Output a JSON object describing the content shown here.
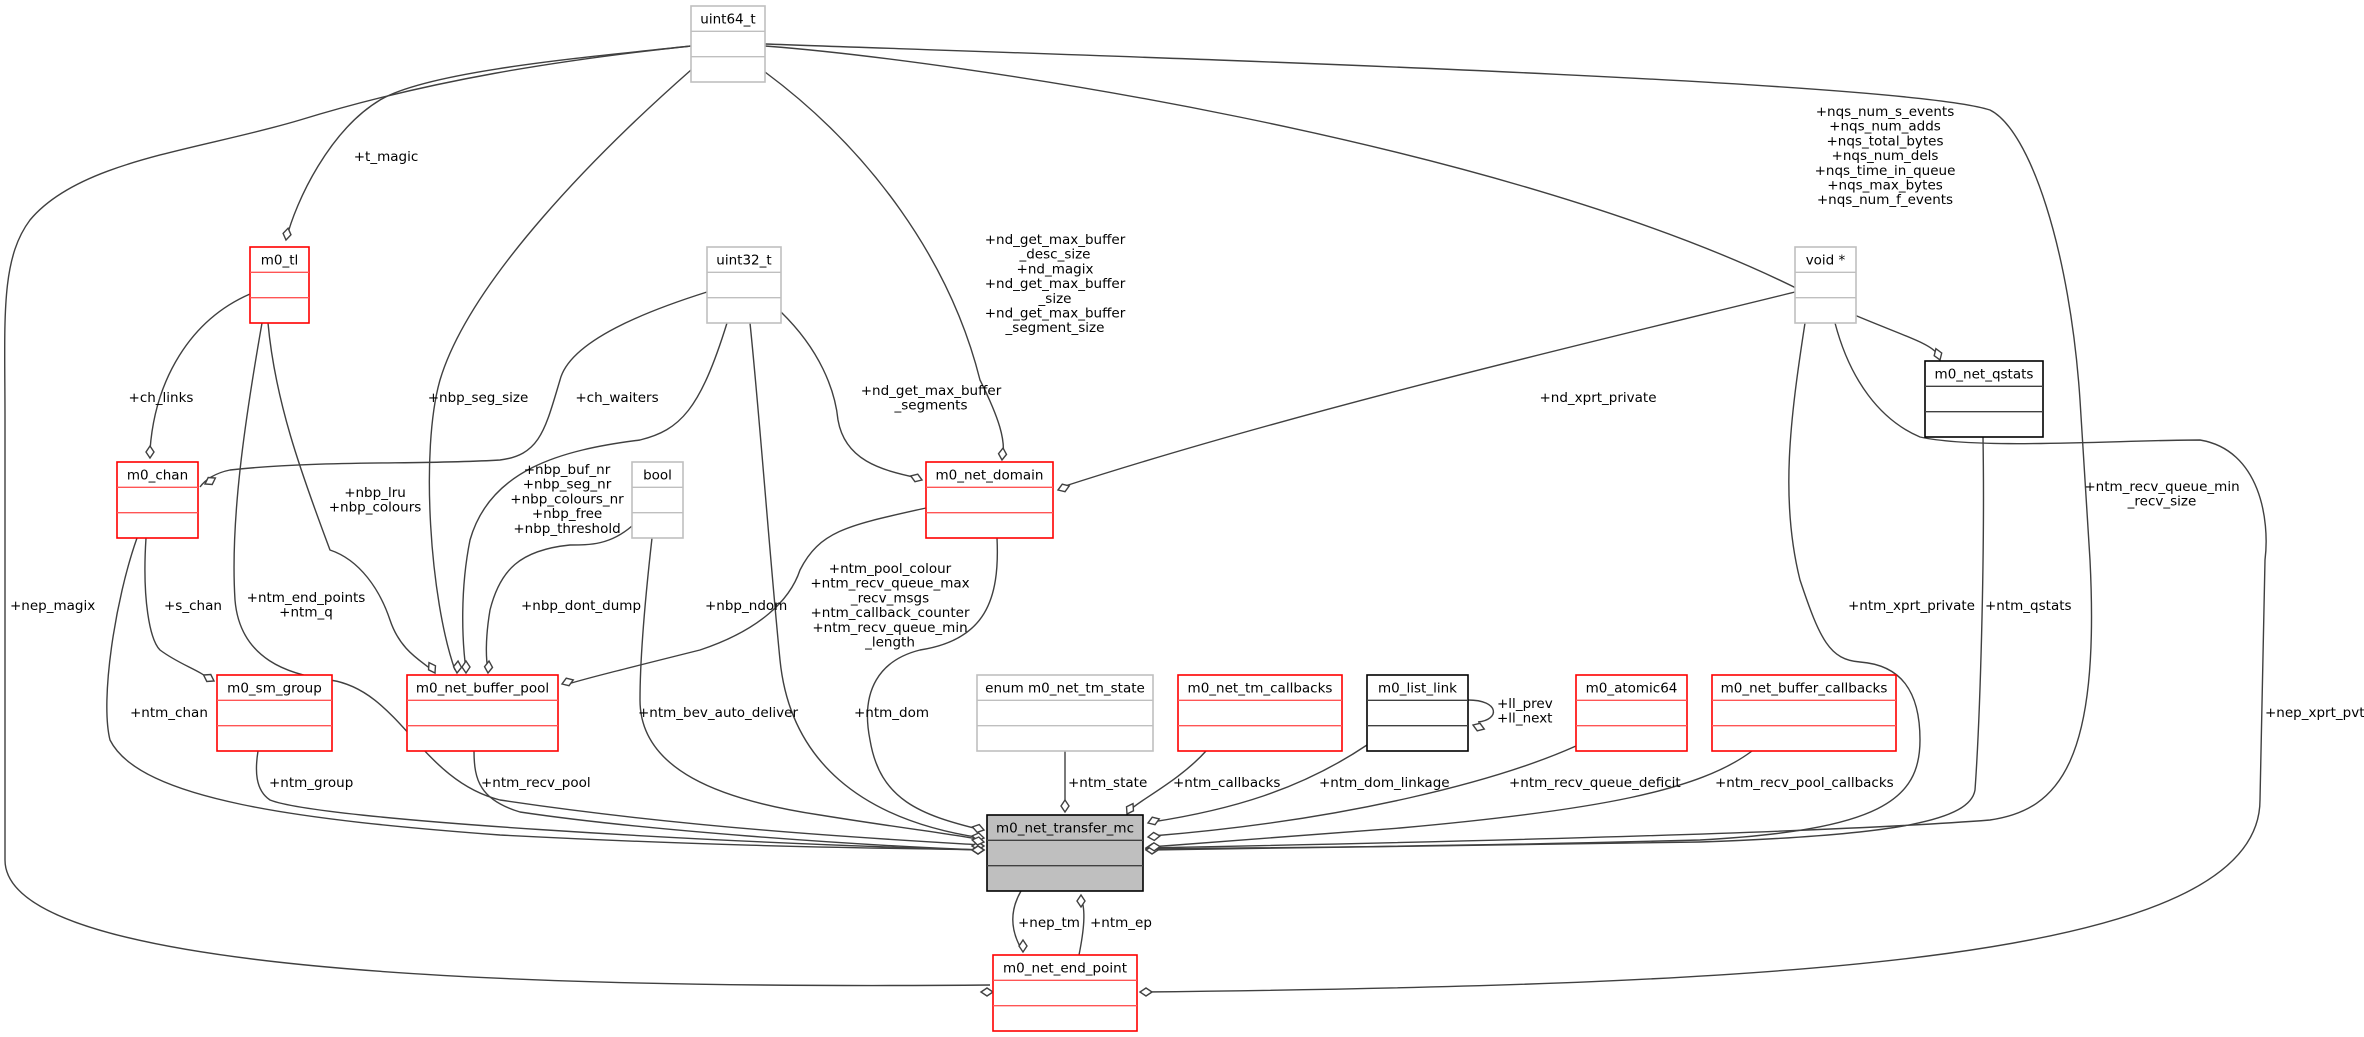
{
  "diagram": {
    "title": "Collaboration diagram for m0_net_transfer_mc",
    "style": {
      "red_border": "#ff0000",
      "red_divider": "#ff5555",
      "grey_border": "#bfbfbf",
      "black_border": "#000000",
      "focus_fill": "#bfbfbf",
      "edge_color": "#404040"
    },
    "nodes": [
      {
        "id": "uint64_t",
        "label": "uint64_t",
        "kind": "grey"
      },
      {
        "id": "m0_tl",
        "label": "m0_tl",
        "kind": "red"
      },
      {
        "id": "uint32_t",
        "label": "uint32_t",
        "kind": "grey"
      },
      {
        "id": "void_ptr",
        "label": "void *",
        "kind": "grey"
      },
      {
        "id": "m0_net_qstats",
        "label": "m0_net_qstats",
        "kind": "black"
      },
      {
        "id": "m0_chan",
        "label": "m0_chan",
        "kind": "red"
      },
      {
        "id": "bool",
        "label": "bool",
        "kind": "grey"
      },
      {
        "id": "m0_net_domain",
        "label": "m0_net_domain",
        "kind": "red"
      },
      {
        "id": "m0_sm_group",
        "label": "m0_sm_group",
        "kind": "red"
      },
      {
        "id": "m0_net_buffer_pool",
        "label": "m0_net_buffer_pool",
        "kind": "red"
      },
      {
        "id": "enum_m0_net_tm_state",
        "label": "enum m0_net_tm_state",
        "kind": "grey"
      },
      {
        "id": "m0_net_tm_callbacks",
        "label": "m0_net_tm_callbacks",
        "kind": "red"
      },
      {
        "id": "m0_list_link",
        "label": "m0_list_link",
        "kind": "black"
      },
      {
        "id": "m0_atomic64",
        "label": "m0_atomic64",
        "kind": "red"
      },
      {
        "id": "m0_net_buffer_callbacks",
        "label": "m0_net_buffer_callbacks",
        "kind": "red"
      },
      {
        "id": "m0_net_transfer_mc",
        "label": "m0_net_transfer_mc",
        "kind": "focus"
      },
      {
        "id": "m0_net_end_point",
        "label": "m0_net_end_point",
        "kind": "red"
      }
    ],
    "edge_labels": [
      {
        "id": "t_magic",
        "lines": [
          "+t_magic"
        ]
      },
      {
        "id": "ch_links",
        "lines": [
          "+ch_links"
        ]
      },
      {
        "id": "nbp_seg_size",
        "lines": [
          "+nbp_seg_size"
        ]
      },
      {
        "id": "ch_waiters",
        "lines": [
          "+ch_waiters"
        ]
      },
      {
        "id": "nd_get_max",
        "lines": [
          "+nd_get_max_buffer",
          "_desc_size",
          "+nd_magix",
          "+nd_get_max_buffer",
          "_size",
          "+nd_get_max_buffer",
          "_segment_size"
        ]
      },
      {
        "id": "nd_segments",
        "lines": [
          "+nd_get_max_buffer",
          "_segments"
        ]
      },
      {
        "id": "nd_xprt_private",
        "lines": [
          "+nd_xprt_private"
        ]
      },
      {
        "id": "nqs",
        "lines": [
          "+nqs_num_s_events",
          "+nqs_num_adds",
          "+nqs_total_bytes",
          "+nqs_num_dels",
          "+nqs_time_in_queue",
          "+nqs_max_bytes",
          "+nqs_num_f_events"
        ]
      },
      {
        "id": "nbp_lru",
        "lines": [
          "+nbp_lru",
          "+nbp_colours"
        ]
      },
      {
        "id": "nbp_buf",
        "lines": [
          "+nbp_buf_nr",
          "+nbp_seg_nr",
          "+nbp_colours_nr",
          "+nbp_free",
          "+nbp_threshold"
        ]
      },
      {
        "id": "nep_magix",
        "lines": [
          "+nep_magix"
        ]
      },
      {
        "id": "s_chan",
        "lines": [
          "+s_chan"
        ]
      },
      {
        "id": "ntm_end_points",
        "lines": [
          "+ntm_end_points",
          "+ntm_q"
        ]
      },
      {
        "id": "nbp_dont_dump",
        "lines": [
          "+nbp_dont_dump"
        ]
      },
      {
        "id": "nbp_ndom",
        "lines": [
          "+nbp_ndom"
        ]
      },
      {
        "id": "ntm_pool_colour",
        "lines": [
          "+ntm_pool_colour",
          "+ntm_recv_queue_max",
          "_recv_msgs",
          "+ntm_callback_counter",
          "+ntm_recv_queue_min",
          "_length"
        ]
      },
      {
        "id": "ntm_recv_queue_min_recv_size",
        "lines": [
          "+ntm_recv_queue_min",
          "_recv_size"
        ]
      },
      {
        "id": "ntm_xprt_private",
        "lines": [
          "+ntm_xprt_private"
        ]
      },
      {
        "id": "ntm_qstats",
        "lines": [
          "+ntm_qstats"
        ]
      },
      {
        "id": "ntm_chan",
        "lines": [
          "+ntm_chan"
        ]
      },
      {
        "id": "ntm_bev_auto_deliver",
        "lines": [
          "+ntm_bev_auto_deliver"
        ]
      },
      {
        "id": "ntm_dom",
        "lines": [
          "+ntm_dom"
        ]
      },
      {
        "id": "ll_prev_next",
        "lines": [
          "+ll_prev",
          "+ll_next"
        ]
      },
      {
        "id": "nep_xprt_pvt",
        "lines": [
          "+nep_xprt_pvt"
        ]
      },
      {
        "id": "ntm_group",
        "lines": [
          "+ntm_group"
        ]
      },
      {
        "id": "ntm_recv_pool",
        "lines": [
          "+ntm_recv_pool"
        ]
      },
      {
        "id": "ntm_state",
        "lines": [
          "+ntm_state"
        ]
      },
      {
        "id": "ntm_callbacks",
        "lines": [
          "+ntm_callbacks"
        ]
      },
      {
        "id": "ntm_dom_linkage",
        "lines": [
          "+ntm_dom_linkage"
        ]
      },
      {
        "id": "ntm_recv_queue_deficit",
        "lines": [
          "+ntm_recv_queue_deficit"
        ]
      },
      {
        "id": "ntm_recv_pool_callbacks",
        "lines": [
          "+ntm_recv_pool_callbacks"
        ]
      },
      {
        "id": "nep_tm",
        "lines": [
          "+nep_tm"
        ]
      },
      {
        "id": "ntm_ep",
        "lines": [
          "+ntm_ep"
        ]
      }
    ]
  }
}
